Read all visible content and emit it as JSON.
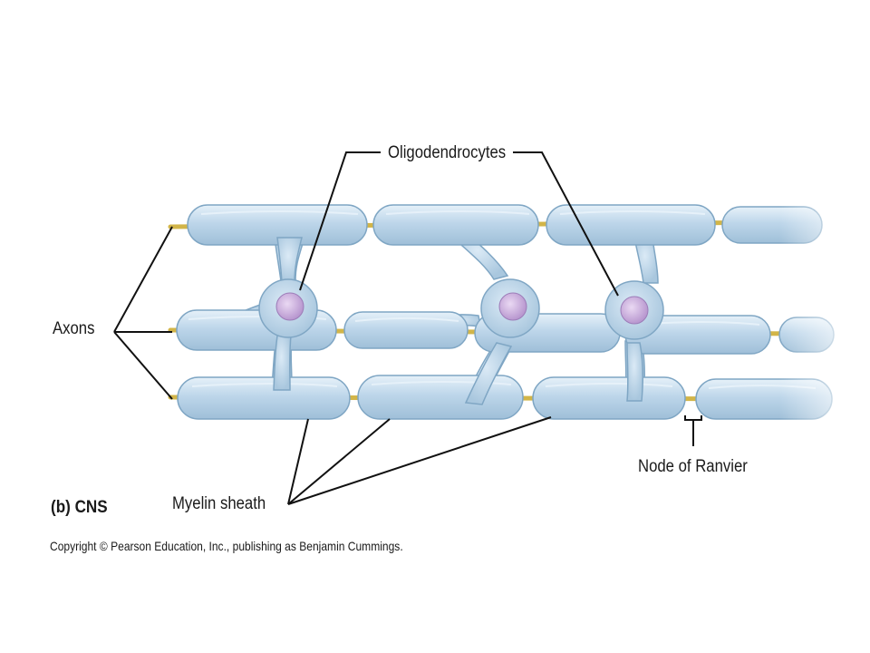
{
  "labels": {
    "oligodendrocytes": "Oligodendrocytes",
    "axons": "Axons",
    "node_of_ranvier": "Node of Ranvier",
    "myelin_sheath": "Myelin sheath",
    "panel": "(b)  CNS",
    "copyright": "Copyright © Pearson Education, Inc., publishing as Benjamin Cummings."
  },
  "colors": {
    "sheath_fill": "#bcd6ea",
    "sheath_stroke": "#7fa6c4",
    "sheath_highlight": "#e4f0f8",
    "axon": "#d8bd4a",
    "nucleus": "#c9b0dc",
    "leader_line": "#111111"
  }
}
